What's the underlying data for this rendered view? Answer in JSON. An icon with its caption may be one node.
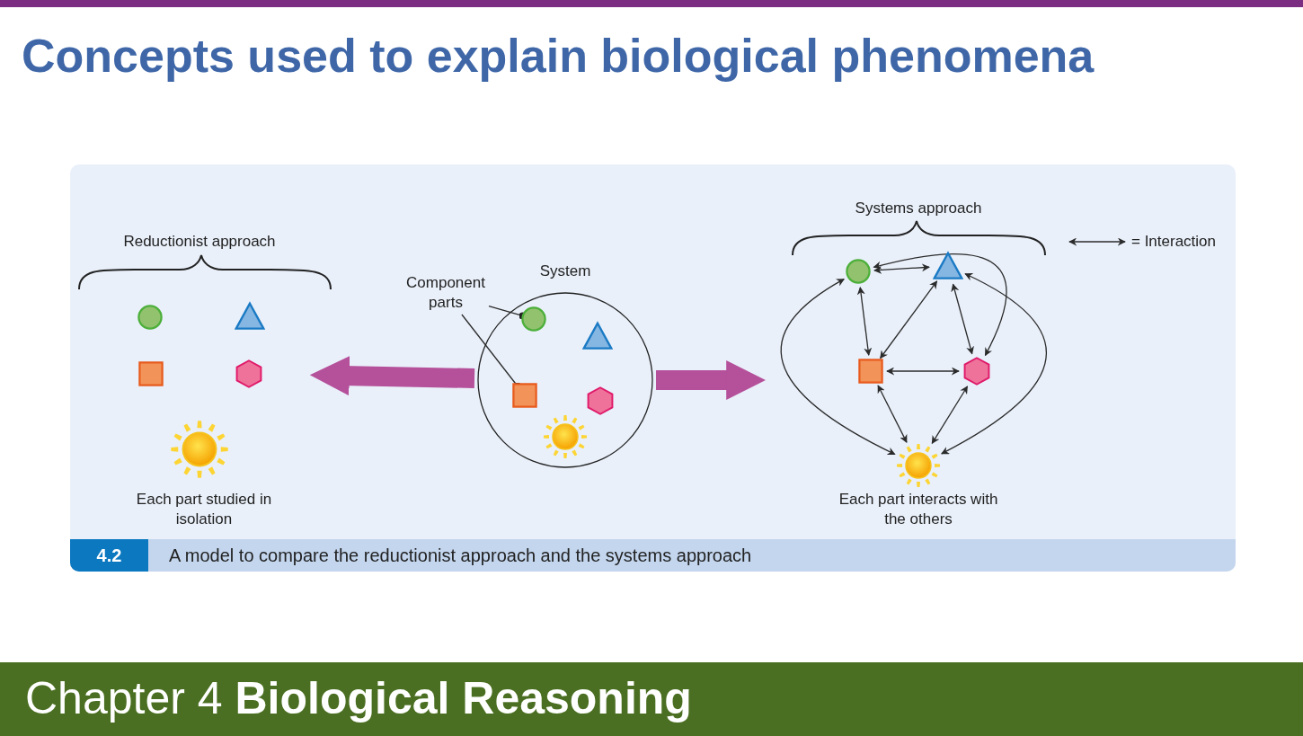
{
  "diagram": {
    "title": "Concepts used to explain biological phenomena",
    "caption": "A model to compare the reductionist approach and the systems approach",
    "nodes": [
      {
        "text": [],
        "shape": "circle"
      },
      {
        "text": [],
        "shape": "triangle"
      },
      {
        "text": [],
        "shape": "box"
      },
      {
        "text": [],
        "shape": "hexagon"
      },
      {
        "text": [],
        "shape": "sun"
      },
      {
        "text": [
          "Component parts"
        ]
      },
      {
        "text": [
          "System"
        ]
      },
      {
        "text": [],
        "shape": "circle",
        "in": 6
      },
      {
        "text": [],
        "shape": "triangle",
        "in": 6
      },
      {
        "text": [],
        "shape": "box",
        "in": 6
      },
      {
        "text": [],
        "shape": "hexagon",
        "in": 6
      },
      {
        "text": [],
        "shape": "sun",
        "in": 6
      },
      {
        "text": [],
        "shape": "circle"
      },
      {
        "text": [],
        "shape": "triangle"
      },
      {
        "text": [],
        "shape": "box"
      },
      {
        "text": [],
        "shape": "hexagon"
      },
      {
        "text": [],
        "shape": "sun"
      }
    ],
    "edges": [
      {
        "from": 6,
        "to": 3,
        "arrow": "to",
        "style": "thick",
        "color": "#b5509a"
      },
      {
        "from": 6,
        "to": null,
        "arrow": "to",
        "style": "thick",
        "color": "#b5509a"
      },
      {
        "from": 5,
        "to": 7,
        "arrow": "other"
      },
      {
        "from": 5,
        "to": 9,
        "arrow": "other"
      },
      {
        "from": 12,
        "to": 13,
        "arrow": "both"
      },
      {
        "from": 12,
        "to": 14,
        "arrow": "both"
      },
      {
        "from": 13,
        "to": 14,
        "arrow": "both"
      },
      {
        "from": 13,
        "to": 15,
        "arrow": "both"
      },
      {
        "from": 14,
        "to": 15,
        "arrow": "both"
      },
      {
        "from": 14,
        "to": 16,
        "arrow": "both"
      },
      {
        "from": 15,
        "to": 16,
        "arrow": "both"
      },
      {
        "from": 12,
        "to": 16,
        "arrow": "both"
      },
      {
        "from": 13,
        "to": 16,
        "arrow": "both"
      },
      {
        "from": 12,
        "to": 15,
        "arrow": "both"
      }
    ],
    "labels": [
      "Reductionist approach",
      "Systems approach",
      "Each part studied in isolation",
      "Each part interacts with the others",
      "4.2",
      "Chapter 4 **Biological Reasoning**"
    ],
    "legend": [
      {
        "text": "= Interaction"
      }
    ]
  }
}
